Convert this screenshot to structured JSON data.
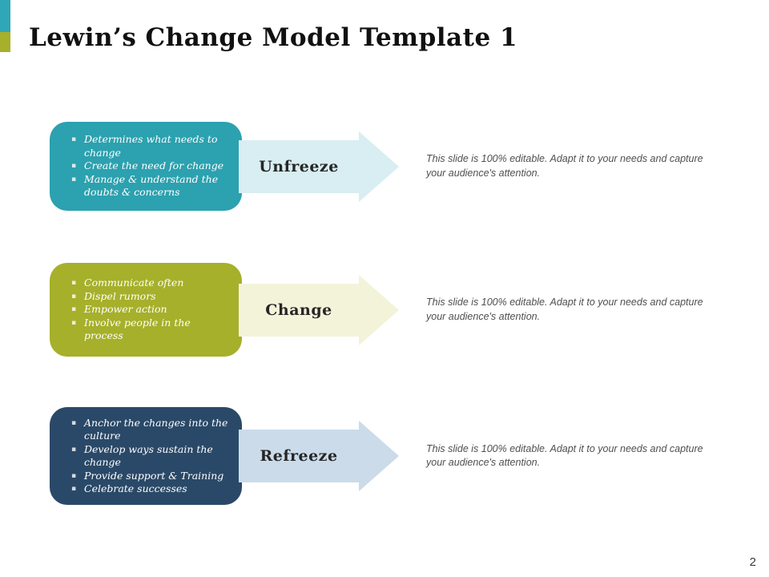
{
  "slide": {
    "title": "Lewin’s Change Model Template 1",
    "page_number": "2"
  },
  "accent_bars": {
    "teal": "#2FA7B9",
    "olive": "#A6B02B"
  },
  "stages": [
    {
      "name": "Unfreeze",
      "box_color": "#2CA1AF",
      "arrow_color": "#D8EEF2",
      "bullets": [
        "Determines what needs to change",
        "Create the need for change",
        "Manage & understand the doubts & concerns"
      ],
      "note": "This slide is 100% editable. Adapt it to your needs and capture your audience's attention."
    },
    {
      "name": "Change",
      "box_color": "#A6B02B",
      "arrow_color": "#F3F3DA",
      "bullets": [
        "Communicate often",
        "Dispel rumors",
        "Empower action",
        "Involve people in the process"
      ],
      "note": "This slide is 100% editable. Adapt it to your needs and capture your audience's attention."
    },
    {
      "name": "Refreeze",
      "box_color": "#2A4968",
      "arrow_color": "#CBDBEA",
      "bullets": [
        "Anchor the changes into the culture",
        "Develop ways sustain the change",
        "Provide support & Training",
        "Celebrate successes"
      ],
      "note": "This slide is 100% editable. Adapt it to your needs and capture your audience's attention."
    }
  ]
}
